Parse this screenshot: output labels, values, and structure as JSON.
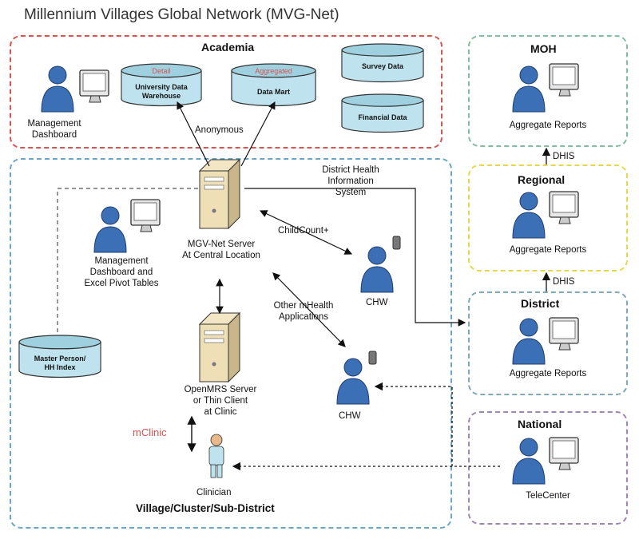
{
  "title": "Millennium Villages Global Network (MVG-Net)",
  "colors": {
    "academia_border": "#d9534f",
    "village_border": "#6aa6c8",
    "moh_border": "#7fbf9f",
    "regional_border": "#e6d84a",
    "district_border": "#7fa8b8",
    "national_border": "#9e86b8",
    "cylinder_fill": "#bfe3ee",
    "person_blue": "#3b6fb6",
    "mclinic_red": "#d9534f"
  },
  "academia": {
    "title": "Academia",
    "management_dashboard": "Management\nDashboard",
    "warehouse_tag": "Detail",
    "warehouse_label": "University Data\nWarehouse",
    "datamart_tag": "Aggregated",
    "datamart_label": "Data Mart",
    "survey_data": "Survey Data",
    "financial_data": "Financial Data"
  },
  "village": {
    "title": "Village/Cluster/Sub-District",
    "anonymous": "Anonymous",
    "dhis_label": "District Health\nInformation\nSystem",
    "server_label": "MGV-Net Server\nAt Central Location",
    "childcount": "ChildCount+",
    "dashboard_label": "Management\nDashboard and\nExcel Pivot Tables",
    "chw_top": "CHW",
    "other_mhealth": "Other mHealth\nApplications",
    "master_index": "Master Person/\nHH Index",
    "openmrs_label": "OpenMRS Server\nor Thin Client\nat Clinic",
    "chw_bottom": "CHW",
    "mclinic": "mClinic",
    "clinician": "Clinician"
  },
  "moh": {
    "title": "MOH",
    "label": "Aggregate Reports"
  },
  "regional": {
    "title": "Regional",
    "label": "Aggregate Reports"
  },
  "district": {
    "title": "District",
    "label": "Aggregate Reports"
  },
  "national": {
    "title": "National",
    "label": "TeleCenter"
  },
  "connectors": {
    "dhis_upper": "DHIS",
    "dhis_lower": "DHIS"
  }
}
